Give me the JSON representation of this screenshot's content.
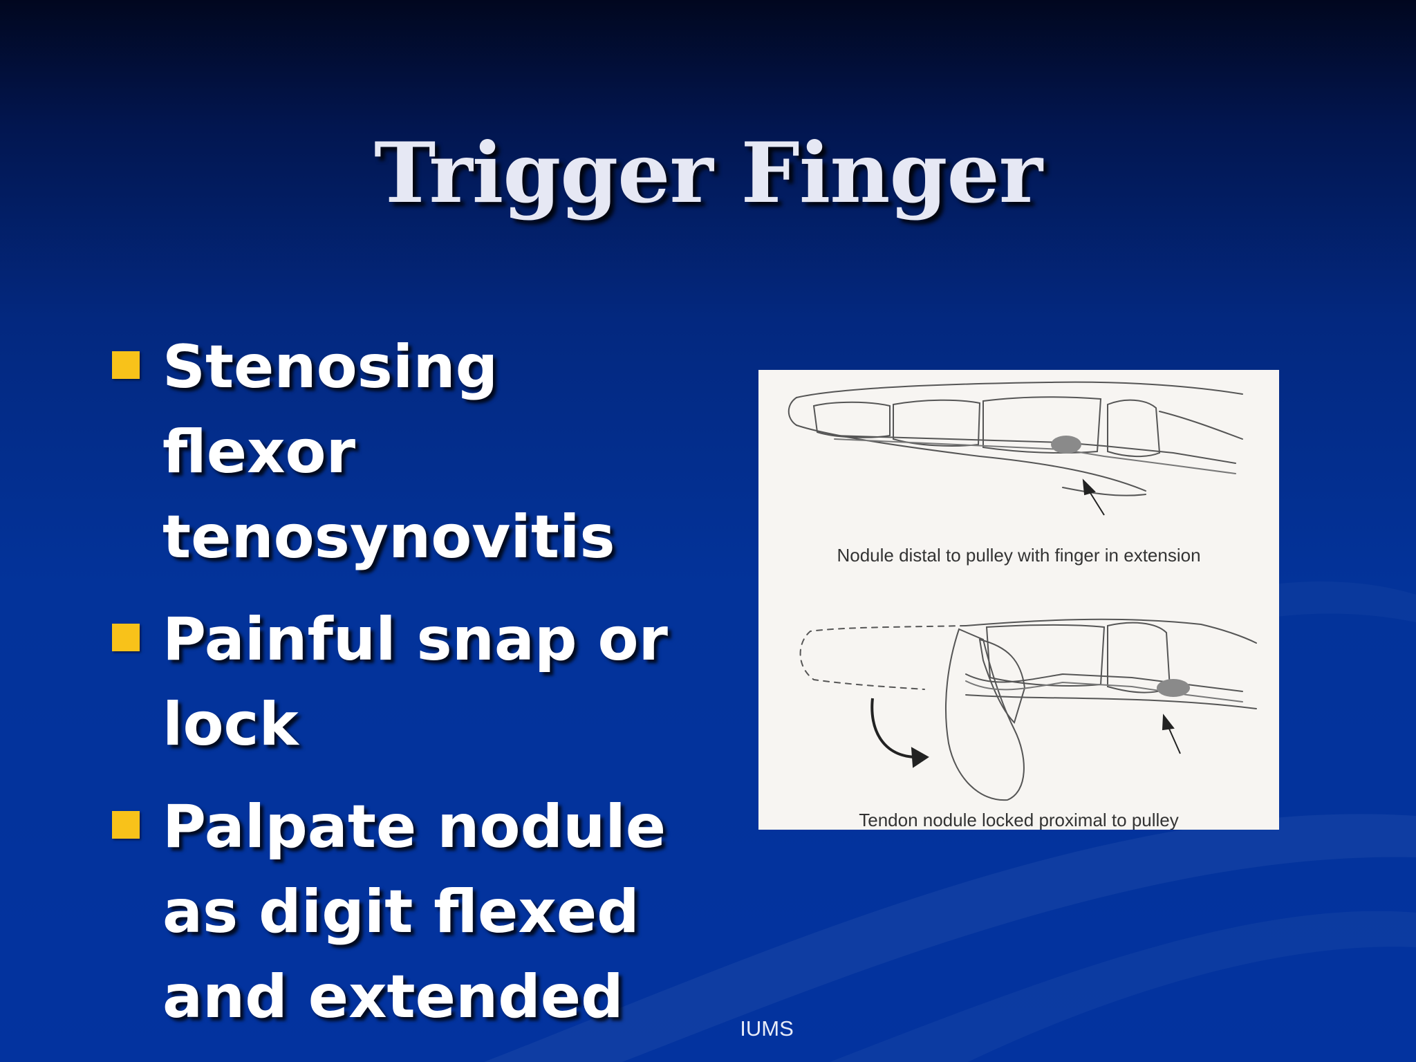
{
  "slide": {
    "title": "Trigger Finger",
    "bullets": [
      {
        "lines": [
          "Stenosing flexor",
          "tenosynovitis"
        ]
      },
      {
        "lines": [
          "Painful snap or",
          "lock"
        ]
      },
      {
        "lines": [
          "Palpate nodule",
          "as digit flexed",
          "and extended"
        ]
      }
    ],
    "figure": {
      "caption_top": "Nodule distal to pulley with finger in extension",
      "caption_bottom": "Tendon nodule locked proximal to pulley"
    },
    "footer": "IUMS"
  },
  "colors": {
    "background": "#03339a",
    "bullet": "#f8c21a",
    "title": "#e6e8f4",
    "text": "#ffffff"
  }
}
